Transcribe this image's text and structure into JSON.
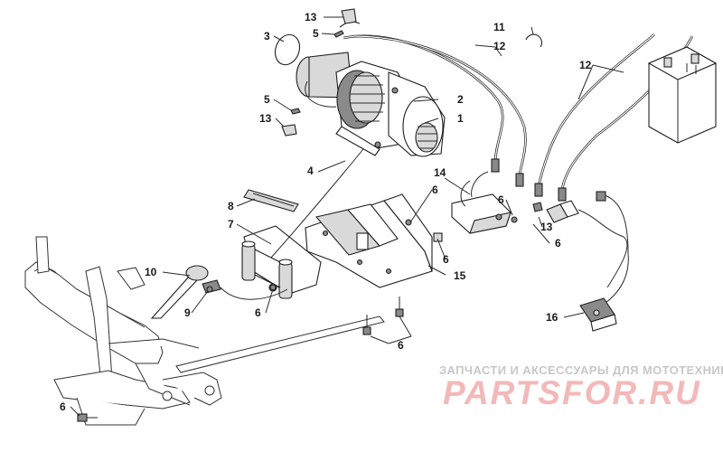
{
  "callouts": [
    {
      "id": "c13a",
      "text": "13"
    },
    {
      "id": "c5a",
      "text": "5"
    },
    {
      "id": "c3",
      "text": "3"
    },
    {
      "id": "c5b",
      "text": "5"
    },
    {
      "id": "c13b",
      "text": "13"
    },
    {
      "id": "c2",
      "text": "2"
    },
    {
      "id": "c1",
      "text": "1"
    },
    {
      "id": "c11",
      "text": "11"
    },
    {
      "id": "c12a",
      "text": "12"
    },
    {
      "id": "c12b",
      "text": "12"
    },
    {
      "id": "c4",
      "text": "4"
    },
    {
      "id": "c14",
      "text": "14"
    },
    {
      "id": "c6a",
      "text": "6"
    },
    {
      "id": "c6b",
      "text": "6"
    },
    {
      "id": "c13c",
      "text": "13"
    },
    {
      "id": "c6c",
      "text": "6"
    },
    {
      "id": "c8",
      "text": "8"
    },
    {
      "id": "c7",
      "text": "7"
    },
    {
      "id": "c6d",
      "text": "6"
    },
    {
      "id": "c15",
      "text": "15"
    },
    {
      "id": "c10",
      "text": "10"
    },
    {
      "id": "c9",
      "text": "9"
    },
    {
      "id": "c6e",
      "text": "6"
    },
    {
      "id": "c16",
      "text": "16"
    },
    {
      "id": "c6f",
      "text": "6"
    },
    {
      "id": "c6g",
      "text": "6"
    }
  ],
  "watermark": {
    "tagline": "ЗАПЧАСТИ И АКСЕССУАРЫ ДЛЯ МОТОТЕХНИКИ",
    "logo": "PARTSFOR.RU",
    "color": "#f3b9b9"
  }
}
